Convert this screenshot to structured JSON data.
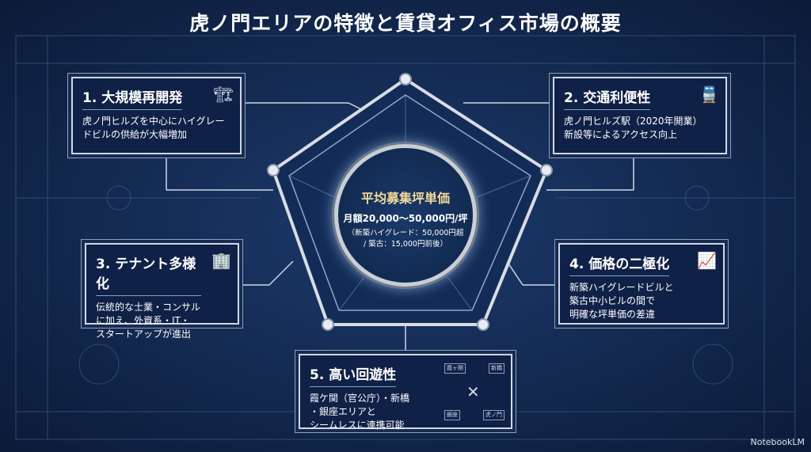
{
  "title": "虎ノ門エリアの特徴と賃貸オフィス市場の概要",
  "center": {
    "heading": "平均募集坪単価",
    "main": "月額20,000〜50,000円/坪",
    "sub": "（新築ハイグレード：50,000円超\n/ 築古：15,000円前後）"
  },
  "boxes": [
    {
      "title": "1. 大規模再開発",
      "body": "虎ノ門ヒルズを中心にハイグレー\nドビルの供給が大幅増加",
      "icon": "building-crane-icon"
    },
    {
      "title": "2. 交通利便性",
      "body": "虎ノ門ヒルズ駅（2020年開業）\n新設等によるアクセス向上",
      "icon": "train-icon"
    },
    {
      "title": "3. テナント多様化",
      "body": "伝統的な士業・コンサル\nに加え、外資系・IT・\nスタートアップが進出",
      "icon": "briefcase-globe-icon"
    },
    {
      "title": "4. 価格の二極化",
      "body": "新築ハイグレードビルと\n築古中小ビルの間で\n明確な坪単価の差違",
      "icon": "buildings-chart-icon"
    },
    {
      "title": "5. 高い回遊性",
      "body": "霞ケ関（官公庁）・新橋\n・銀座エリアと\nシームレスに連携可能",
      "icon": "area-map-icon"
    }
  ],
  "map_labels": [
    "霞ヶ関",
    "新橋",
    "銀座",
    "虎ノ門"
  ],
  "brand": "NotebookLM"
}
